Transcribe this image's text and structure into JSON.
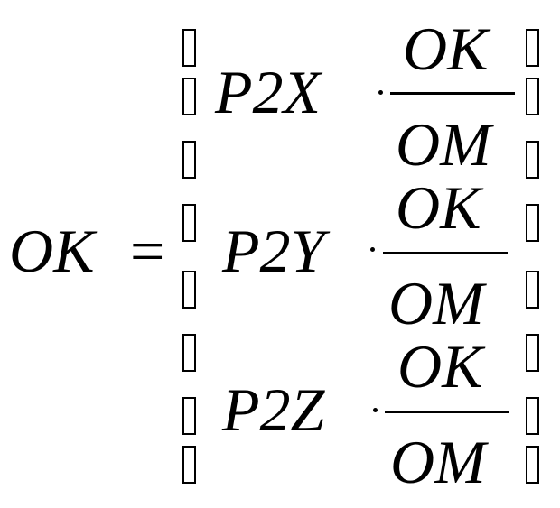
{
  "lhs": "OK",
  "equals": "=",
  "rows": [
    {
      "label": "P2X",
      "numerator": "OK",
      "denominator": "OM"
    },
    {
      "label": "P2Y",
      "numerator": "OK",
      "denominator": "OM"
    },
    {
      "label": "P2Z",
      "numerator": "OK",
      "denominator": "OM"
    }
  ]
}
